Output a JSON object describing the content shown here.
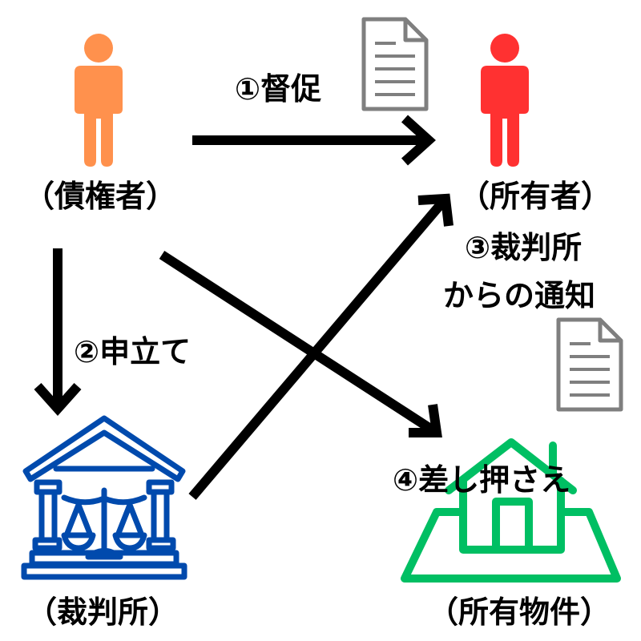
{
  "nodes": {
    "creditor": {
      "label": "（債権者）",
      "icon": "person-icon",
      "color": "#FF914D"
    },
    "owner": {
      "label": "（所有者）",
      "icon": "person-icon",
      "color": "#FF3131"
    },
    "court": {
      "label": "（裁判所）",
      "icon": "courthouse-icon",
      "color": "#004AAD"
    },
    "property": {
      "label": "（所有物件）",
      "icon": "house-icon",
      "color": "#00BF63"
    }
  },
  "steps": {
    "step1": "①督促",
    "step2": "②申立て",
    "step3_line1": "③裁判所",
    "step3_line2": "からの通知",
    "step4": "④差し押さえ"
  },
  "icons": {
    "document": "document-icon",
    "doc_color": "#7F7F7F"
  }
}
